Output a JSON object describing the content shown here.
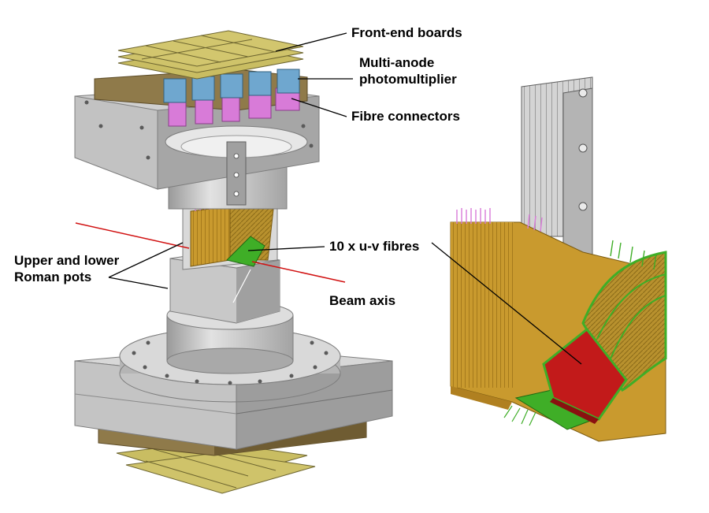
{
  "figure": {
    "labels": {
      "front_end_boards": "Front-end boards",
      "multi_anode_line1": "Multi-anode",
      "multi_anode_line2": "photomultiplier",
      "fibre_connectors": "Fibre connectors",
      "uv_fibres": "10 x u-v fibres",
      "roman_pots_line1": "Upper and lower",
      "roman_pots_line2": "Roman pots",
      "beam_axis": "Beam axis"
    },
    "colors": {
      "board_olive": "#c9bd62",
      "bracket_brown": "#8f7a4a",
      "pmt_blue": "#6fa7cf",
      "connector_magenta": "#d87bd8",
      "metal_light": "#d6d6d6",
      "metal_mid": "#b9b9b9",
      "metal_dark": "#8f8f8f",
      "fibre_orange": "#c99a2e",
      "fibre_green": "#3fae27",
      "tile_red": "#c21a1a",
      "beam_red": "#d11212"
    }
  }
}
